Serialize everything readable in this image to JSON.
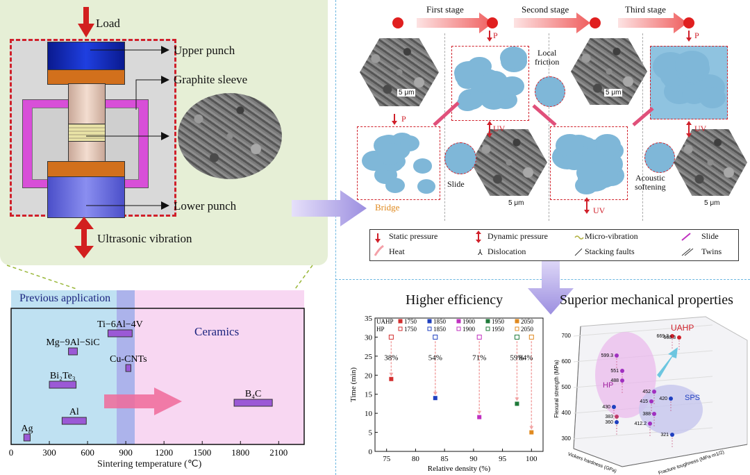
{
  "left_schematic": {
    "load_label": "Load",
    "upper_punch_label": "Upper punch",
    "graphite_sleeve_label": "Graphite sleeve",
    "lower_punch_label": "Lower punch",
    "ultrasonic_label": "Ultrasonic vibration"
  },
  "process": {
    "stages": [
      "First stage",
      "Second stage",
      "Third stage"
    ],
    "p_label": "P",
    "uv_label": "UV",
    "scale_label": "5 μm",
    "local_friction_label": "Local\nfriction",
    "slide_label": "Slide",
    "acoustic_label": "Acoustic\nsoftening",
    "bridge_label": "Bridge"
  },
  "legend": {
    "items": [
      "Static pressure",
      "Dynamic pressure",
      "Micro-vibration",
      "Slide",
      "Heat",
      "Dislocation",
      "Stacking faults",
      "Twins"
    ]
  },
  "sintering_chart": {
    "previous_label": "Previous application",
    "ceramics_label": "Ceramics",
    "xlabel": "Sintering temperature (℃)",
    "xticks": [
      "0",
      "300",
      "600",
      "900",
      "1200",
      "1500",
      "1800",
      "2100"
    ],
    "materials": [
      {
        "name": "Ti−6Al−4V",
        "min": 760,
        "max": 950
      },
      {
        "name": "Mg−9Al−SiC",
        "min": 450,
        "max": 520
      },
      {
        "name": "Cu-CNTs",
        "min": 900,
        "max": 940
      },
      {
        "name": "Bi2Te3",
        "min": 300,
        "max": 510
      },
      {
        "name": "B4C",
        "min": 1750,
        "max": 2050
      },
      {
        "name": "Al",
        "min": 400,
        "max": 590
      },
      {
        "name": "Ag",
        "min": 100,
        "max": 150
      }
    ]
  },
  "efficiency_chart": {
    "heading": "Higher efficiency",
    "xlabel": "Relative density (%)",
    "ylabel": "Time (min)",
    "xticks": [
      "75",
      "80",
      "85",
      "90",
      "95",
      "100"
    ],
    "yticks": [
      "0",
      "5",
      "10",
      "15",
      "20",
      "25",
      "30",
      "35"
    ],
    "legend_rows": [
      {
        "label": "UAHP",
        "temps": [
          "1750",
          "1850",
          "1900",
          "1950",
          "2050"
        ]
      },
      {
        "label": "HP",
        "temps": [
          "1750",
          "1850",
          "1900",
          "1950",
          "2050"
        ]
      }
    ],
    "colors": [
      "#d32f2f",
      "#1f3fbf",
      "#c030c0",
      "#1f7a3a",
      "#e08a20"
    ],
    "points": [
      {
        "temp": "1750",
        "hp": [
          75.8,
          30
        ],
        "uahp": [
          75.8,
          19
        ],
        "pct": "38%"
      },
      {
        "temp": "1850",
        "hp": [
          83.4,
          30
        ],
        "uahp": [
          83.4,
          14
        ],
        "pct": "54%"
      },
      {
        "temp": "1900",
        "hp": [
          91.0,
          30
        ],
        "uahp": [
          91.0,
          9
        ],
        "pct": "71%"
      },
      {
        "temp": "1950",
        "hp": [
          97.5,
          30
        ],
        "uahp": [
          97.5,
          12.5
        ],
        "pct": "59%"
      },
      {
        "temp": "2050",
        "hp": [
          100.0,
          30
        ],
        "uahp": [
          100.0,
          5
        ],
        "pct": "84%"
      }
    ]
  },
  "mech_chart": {
    "heading": "Superior mechanical properties",
    "zlabel": "Flexural strength (MPa)",
    "xlabel": "Vickers hardness (GPa)",
    "ylabel": "Fracture toughness (MPa·m1/2)",
    "zticks": [
      "300",
      "400",
      "500",
      "600",
      "700"
    ],
    "groups": [
      "UAHP",
      "HP",
      "SPS"
    ],
    "values": [
      "669.3",
      "668.3",
      "599.3",
      "551",
      "488",
      "452",
      "415",
      "420",
      "430",
      "388",
      "383",
      "412.2",
      "360",
      "321"
    ]
  }
}
